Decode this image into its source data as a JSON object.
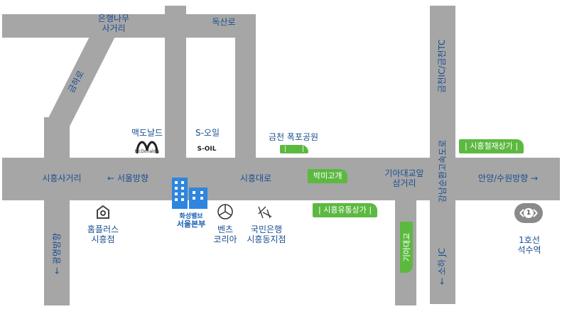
{
  "roads": {
    "eunhaeng_namu": "은행나무\n사거리",
    "doksan_ro": "독산로",
    "geumha_ro": "금하로",
    "geumcheon_ic": "금천IC/금천TC",
    "siheung_sageori": "시흥사거리",
    "seoul_direction": "← 서울방향",
    "siheung_daero": "시흥대로",
    "kia_daegyo_samgeori": "기아대교앞\n삼거리",
    "anyang_suwon": "안양/수원방향 →",
    "gwangmyeong": "← 광명방향",
    "gangnam_sunhwan": "강남순환고속도로",
    "soha_jc": "← 소하 JC"
  },
  "landmarks": {
    "mcdonalds": "맥도날드",
    "mcdonalds_logo": "McDonald's",
    "soil": "S-오일",
    "soil_logo": "S-OIL",
    "homeplus": "홈플러스\n시흥점",
    "hwasung_brand": "화성밸브",
    "hwasung_office": "서울본부",
    "benz": "벤츠\n코리아",
    "kb_bank": "국민은행\n시흥동지점",
    "geumcheon_falls": "금천 폭포공원",
    "station_number": "1",
    "station": "1호선\n석수역"
  },
  "signs": {
    "bakmi_gogae": "박미고개",
    "siheung_yutong": "| 시흥유통상가 |",
    "siheung_steel": "| 시흥철재상가 |",
    "kia_daegyo": "기아대교"
  },
  "colors": {
    "road": "#a6a6a6",
    "label": "#1a4f8f",
    "sign_green": "#5cb940",
    "building_blue": "#2e86de"
  }
}
